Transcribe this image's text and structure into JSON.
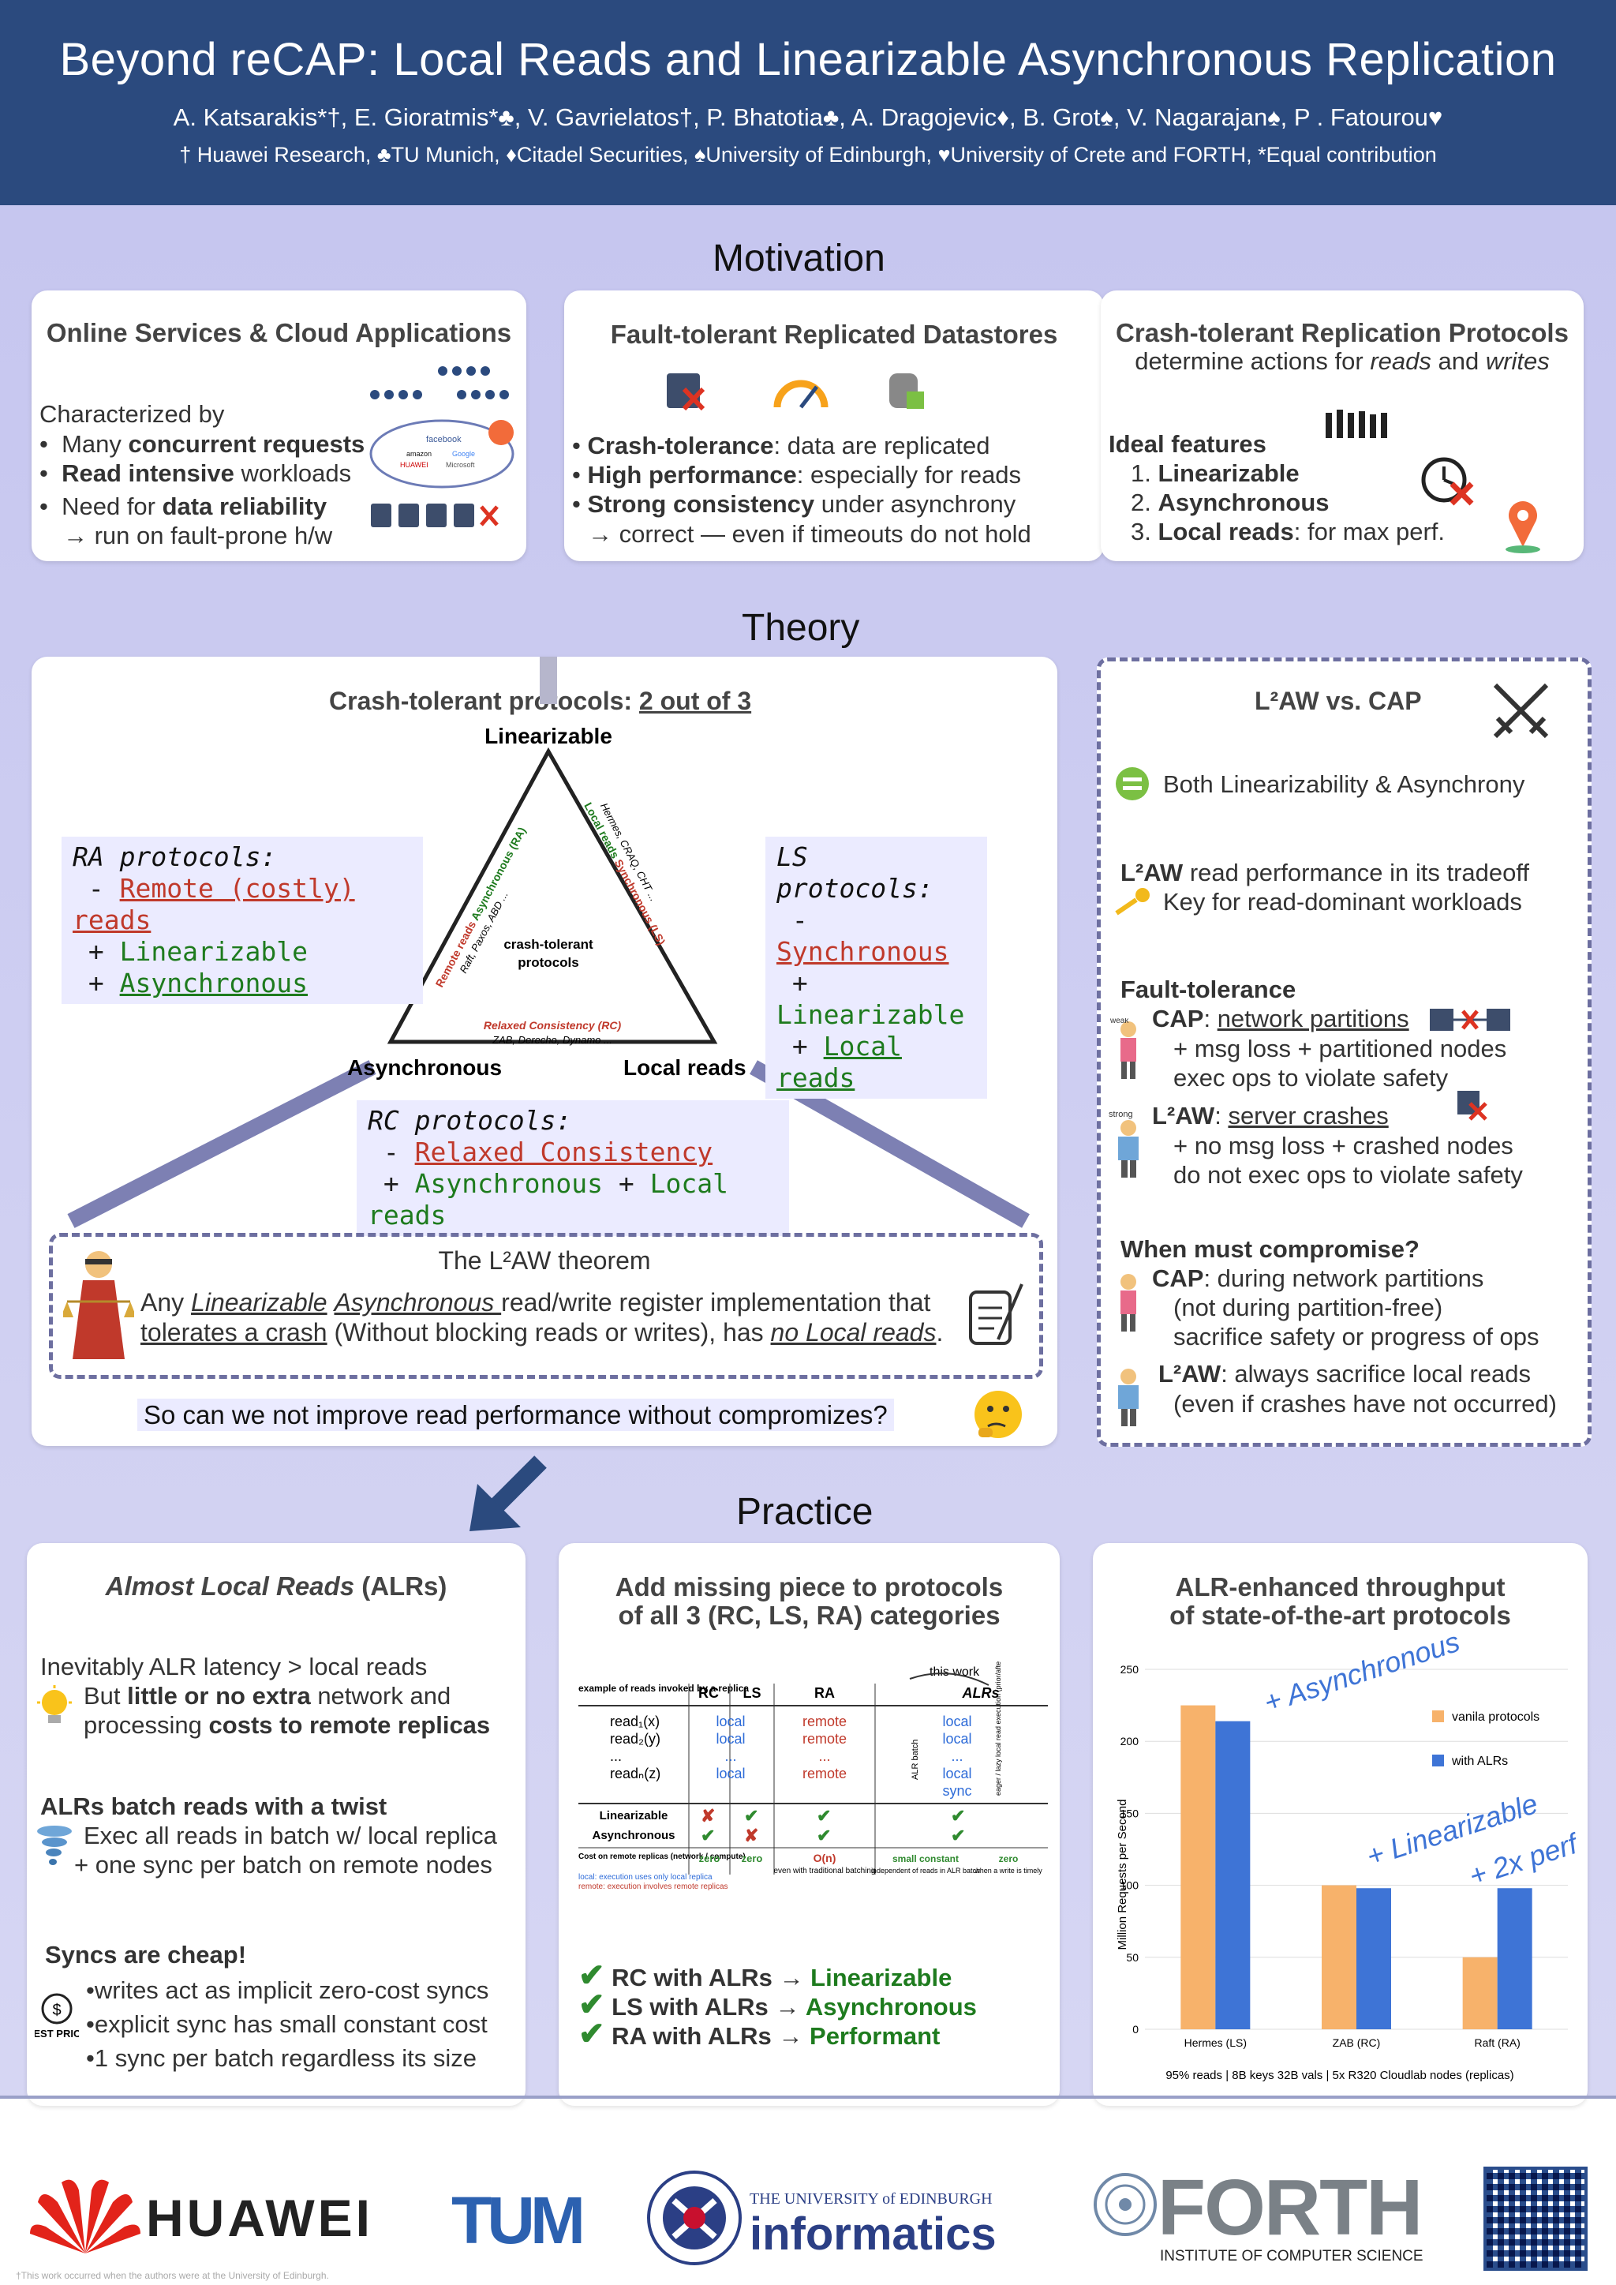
{
  "header": {
    "title": "Beyond reCAP: Local Reads and Linearizable Asynchronous Replication",
    "authors": "A. Katsarakis*†, E. Gioratmis*♣, V. Gavrielatos†, P. Bhatotia♣, A. Dragojevic♦, B. Grot♠, V. Nagarajan♠, P . Fatourou♥",
    "affiliations": "† Huawei Research, ♣TU Munich, ♦Citadel Securities, ♠University of Edinburgh, ♥University of Crete and FORTH, *Equal contribution"
  },
  "motivation": {
    "section_title": "Motivation",
    "card1": {
      "title": "Online Services & Cloud Applications",
      "intro": "Characterized by",
      "bullets": [
        {
          "pre": "Many ",
          "bold": "concurrent requests",
          "post": ""
        },
        {
          "pre": "",
          "bold": "Read intensive",
          "post": " workloads"
        },
        {
          "pre": "Need for ",
          "bold": "data reliability",
          "post": ""
        }
      ],
      "arrow_line": "→ run on fault-prone h/w",
      "icon_labels": [
        "facebook",
        "amazon",
        "Google",
        "HUAWEI",
        "Microsoft"
      ]
    },
    "card2": {
      "title": "Fault-tolerant Replicated Datastores",
      "bullets": [
        {
          "bold": "Crash-tolerance",
          "post": ": data are replicated"
        },
        {
          "bold": "High performance",
          "post": ": especially for reads"
        },
        {
          "bold": "Strong consistency",
          "post": " under asynchrony"
        }
      ],
      "arrow_line": "→ correct — even if timeouts do not hold"
    },
    "card3": {
      "title": "Crash-tolerant Replication Protocols",
      "subtitle_pre": "determine actions for ",
      "subtitle_reads": "reads",
      "subtitle_mid": " and ",
      "subtitle_writes": "writes",
      "ideal": "Ideal features",
      "items": [
        {
          "num": "1. ",
          "bold": "Linearizable",
          "post": ""
        },
        {
          "num": "2. ",
          "bold": "Asynchronous",
          "post": ""
        },
        {
          "num": "3. ",
          "bold": "Local reads",
          "post": ": for max perf."
        }
      ]
    }
  },
  "theory": {
    "section_title": "Theory",
    "heading_pre": "Crash-tolerant protocols: ",
    "heading_link": "2 out of 3",
    "vertex_top": "Linearizable",
    "vertex_left": "Asynchronous",
    "vertex_right": "Local reads",
    "center": [
      "crash-tolerant",
      "protocols"
    ],
    "edge_left_a": "Remote reads",
    "edge_left_b": "Asynchronous (RA)",
    "edge_left_sub": "Raft, Paxos, ABD ...",
    "edge_right_a": "Local reads",
    "edge_right_b": "Synchronous (LS)",
    "edge_right_sub": "Hermes, CRAQ, CHT ...",
    "edge_bottom": "Relaxed Consistency (RC)",
    "edge_bottom_sub": "ZAB, Derecho, Dynamo ...",
    "ra": {
      "title": "RA protocols:",
      "l1": "Remote (costly) reads",
      "l2": "Linearizable",
      "l3": "Asynchronous"
    },
    "ls": {
      "title": "LS protocols:",
      "l1": "Synchronous",
      "l2": "Linearizable",
      "l3": "Local reads"
    },
    "rc": {
      "title": "RC protocols:",
      "l1": "Relaxed Consistency",
      "l2a": "Asynchronous",
      "l2b": "Local reads"
    },
    "theorem_title": "The L²AW theorem",
    "theorem_l1_pre": "Any ",
    "theorem_l1_a": "Linearizable",
    "theorem_l1_b": "Asynchronous ",
    "theorem_l1_post": "read/write register implementation that",
    "theorem_l2_a": "tolerates a crash",
    "theorem_l2_b": " (Without blocking reads or writes), has ",
    "theorem_l2_c": "no Local reads",
    "theorem_l2_d": ".",
    "question": "So can we not improve read performance without compromizes?",
    "side": {
      "title": "L²AW vs. CAP",
      "both": "Both Linearizability & Asynchrony",
      "perf1": "L²AW read performance in its tradeoff",
      "perf2": "Key for read-dominant workloads",
      "ft_title": "Fault-tolerance",
      "cap_label": "CAP",
      "cap_ft": "network partitions",
      "cap_l2": "+ msg loss + partitioned nodes",
      "cap_l3": "exec ops to violate safety",
      "l2aw_label": "L²AW",
      "l2aw_ft": "server crashes",
      "l2aw_l2": "+ no msg loss + crashed nodes",
      "l2aw_l3": "do not exec ops to violate safety",
      "comp_title": "When must compromise?",
      "cap_c1": ": during network partitions",
      "cap_c2": "(not during partition-free)",
      "cap_c3": "sacrifice safety or progress of ops",
      "l2aw_c1": ": always sacrifice local reads",
      "l2aw_c2": "(even if crashes have not occurred)",
      "strong": "strong",
      "weak": "weak"
    }
  },
  "practice": {
    "section_title": "Practice",
    "card1": {
      "title_it": "Almost Local Reads",
      "title_post": " (ALRs)",
      "l1": "Inevitably ALR latency > local reads",
      "l2_pre": "But ",
      "l2_bold": "little or no extra",
      "l2_post": " network and",
      "l3_pre": "processing ",
      "l3_bold": "costs to remote replicas",
      "batch_title": "ALRs batch reads with a twist",
      "batch_l1": "Exec all reads in batch w/ local replica",
      "batch_l2": "+ one sync per batch on remote nodes",
      "syncs_title": "Syncs are cheap!",
      "syncs": [
        "•writes act as implicit zero-cost syncs",
        "•explicit sync has small constant cost",
        "•1 sync per batch regardless its size"
      ],
      "price_label": "BEST PRICE"
    },
    "card2": {
      "title1": "Add missing piece to protocols",
      "title2": "of all 3 (RC, LS, RA) categories",
      "table": {
        "this_work": "this work",
        "row_hdr": "example of reads invoked by a replica",
        "cols": [
          "RC",
          "LS",
          "RA",
          "ALRs"
        ],
        "reads": [
          "read₁(x)",
          "read₂(y)",
          "...",
          "readₙ(z)"
        ],
        "rc": [
          "local",
          "local",
          "...",
          "local"
        ],
        "ra": [
          "remote",
          "remote",
          "...",
          "remote"
        ],
        "alr": [
          "local",
          "local",
          "...",
          "local",
          "sync"
        ],
        "alr_batch": "ALR batch",
        "eager": "eager / lazy local read execution (prior/after sync)",
        "lin": "Linearizable",
        "async": "Asynchronous",
        "cost": "Cost on remote replicas (network / compute)",
        "cost_rc": "zero",
        "cost_ls": "zero",
        "cost_ra": "O(n)",
        "cost_ra_sub": "even with traditional batching",
        "cost_alr": "small constant",
        "cost_alr_sub": "independent of reads in ALR batch",
        "cost_zero": "zero",
        "cost_zero_sub": "when a write is timely",
        "legend_local": "local: execution uses only local replica",
        "legend_remote": "remote: execution involves remote replicas"
      },
      "checks": [
        {
          "pre": "RC with ALRs → ",
          "post": "Linearizable"
        },
        {
          "pre": "LS  with ALRs → ",
          "post": "Asynchronous"
        },
        {
          "pre": "RA with ALRs → ",
          "post": "Performant"
        }
      ]
    },
    "card3": {
      "title1": "ALR-enhanced throughput",
      "title2": "of state-of-the-art protocols",
      "ann_async": "+ Asynchronous",
      "ann_lin": "+ Linearizable",
      "ann_perf": "+ 2x perf",
      "caption": "95% reads | 8B keys 32B vals | 5x R320 Cloudlab nodes (replicas)"
    }
  },
  "chart_data": {
    "type": "bar",
    "categories": [
      "Hermes (LS)",
      "ZAB (RC)",
      "Raft (RA)"
    ],
    "series": [
      {
        "name": "vanila protocols",
        "values": [
          225,
          100,
          50
        ]
      },
      {
        "name": "with ALRs",
        "values": [
          214,
          98,
          98
        ]
      }
    ],
    "ylabel": "Million Requests per Second",
    "ylim": [
      0,
      250
    ],
    "yticks": [
      0,
      50,
      100,
      150,
      200,
      250
    ],
    "colors": [
      "#f7b26b",
      "#3e74d6"
    ],
    "legend": "top-right",
    "grid": true
  },
  "footer": {
    "note": "†This work occurred when the authors were at the University of Edinburgh.",
    "huawei": "HUAWEI",
    "tum": "TUM",
    "edinburgh_small": "THE UNIVERSITY of EDINBURGH",
    "informatics": "informatics",
    "forth": "FORTH",
    "forth_sub": "INSTITUTE OF COMPUTER SCIENCE"
  }
}
